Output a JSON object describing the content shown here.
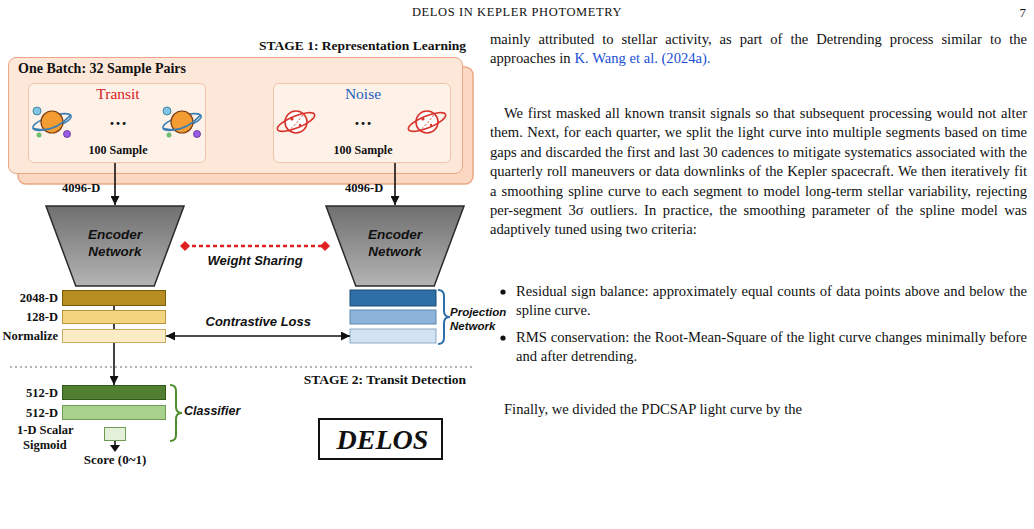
{
  "diagram": {
    "nodes": [
      {
        "text": [
          "One Batch: 32 Sample Pairs"
        ]
      },
      {
        "text": [
          "Transit",
          "…",
          "100 Sample"
        ],
        "in": 0
      },
      {
        "text": [
          "Noise",
          "…",
          "100 Sample"
        ],
        "in": 0
      },
      {
        "text": [
          "Encoder Network"
        ]
      },
      {
        "text": [
          "Encoder Network"
        ]
      },
      {
        "text": [
          "2048-D"
        ]
      },
      {
        "text": [
          "128-D"
        ]
      },
      {
        "text": [
          "Normalize"
        ]
      },
      {
        "text": [
          "Projection Network"
        ]
      },
      {
        "text": [
          "512-D"
        ]
      },
      {
        "text": [
          "512-D"
        ]
      },
      {
        "text": [
          "1-D Scalar",
          "Sigmoid"
        ]
      },
      {
        "text": [
          "DELOS"
        ]
      }
    ],
    "edges": [
      {
        "from": 1,
        "to": 3,
        "arrow": "to"
      },
      {
        "from": 2,
        "to": 4,
        "arrow": "to"
      },
      {
        "from": 3,
        "to": 4,
        "label": "Weight Sharing",
        "arrow": "none"
      },
      {
        "from": 7,
        "to": 8,
        "label": "Contrastive Loss",
        "arrow": "both"
      },
      {
        "from": 5,
        "to": 9,
        "arrow": "to"
      }
    ],
    "labels": [
      "DELOS IN KEPLER PHOTOMETRY",
      "7",
      "STAGE 1: Representation Learning",
      "4096-D",
      "4096-D",
      "STAGE 2: Transit Detection",
      "Classifier",
      "Score (0~1)",
      "mainly attributed to stellar activity, as part of the Detrending process similar to the approaches in",
      "K. Wang et al. (2024a).",
      "We first masked all known transit signals so that subsequent processing would not alter them. Next, for each quarter, we split the light curve into multiple segments based on time gaps and discarded the first and last 30 cadences to mitigate systematics associated with the quarterly roll maneuvers or data downlinks of the Kepler spacecraft. We then iteratively fit a smoothing spline curve to each segment to model long-term stellar variability, rejecting per-segment 3σ outliers. In practice, the smoothing parameter of the spline model was adaptively tuned using two criteria:",
      "Residual sign balance: approximately equal counts of data points above and below the spline curve.",
      "RMS conservation: the Root-Mean-Square of the light curve changes minimally before and after detrending.",
      "Finally, we divided the PDCSAP light curve by the"
    ]
  }
}
